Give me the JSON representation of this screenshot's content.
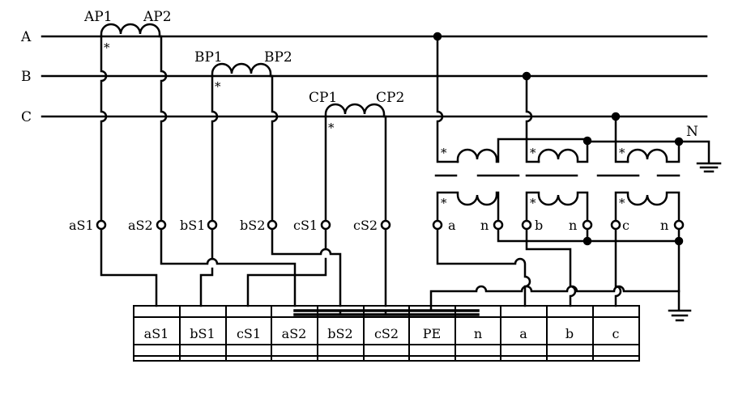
{
  "buses": {
    "a": "A",
    "b": "B",
    "c": "C",
    "n": "N"
  },
  "primary_terminals": {
    "ap1": "AP1",
    "ap2": "AP2",
    "bp1": "BP1",
    "bp2": "BP2",
    "cp1": "CP1",
    "cp2": "CP2"
  },
  "ct_secondary": {
    "as1": "aS1",
    "as2": "aS2",
    "bs1": "bS1",
    "bs2": "bS2",
    "cs1": "cS1",
    "cs2": "cS2"
  },
  "pt_secondary": {
    "a": "a",
    "b": "b",
    "c": "c",
    "n1": "n",
    "n2": "n",
    "n3": "n"
  },
  "polarity_mark": "*",
  "terminal_block": [
    "aS1",
    "bS1",
    "cS1",
    "aS2",
    "bS2",
    "cS2",
    "PE",
    "n",
    "a",
    "b",
    "c"
  ]
}
